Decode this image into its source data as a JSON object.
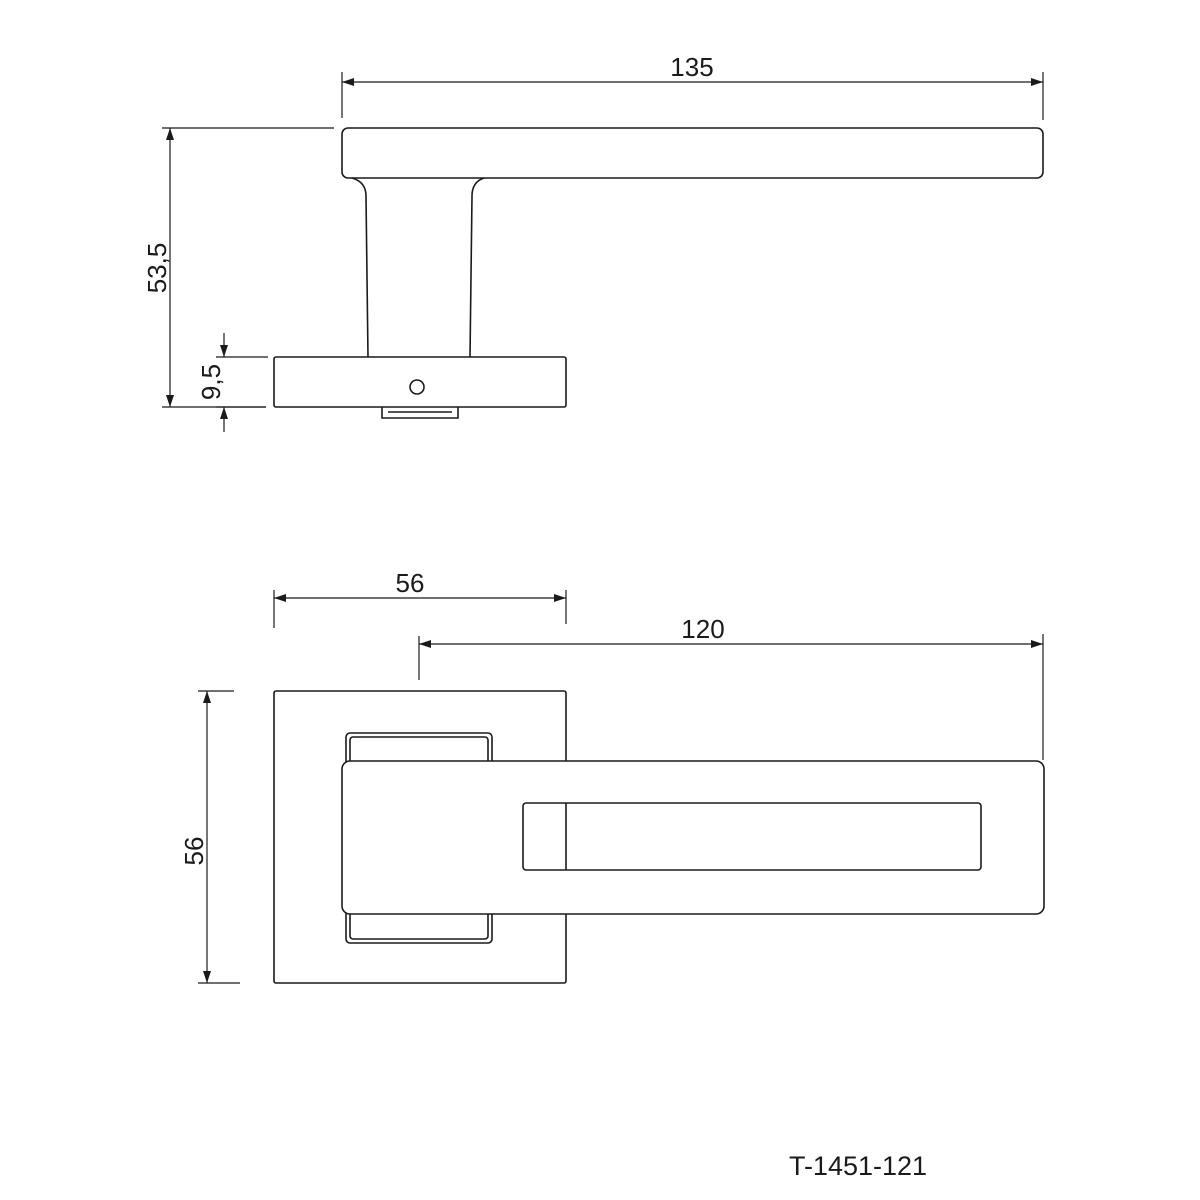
{
  "side_view": {
    "dim_width": "135",
    "dim_height": "53,5",
    "dim_rose_thickness": "9,5"
  },
  "top_view": {
    "dim_rose_width": "56",
    "dim_lever_length": "120",
    "dim_rose_height": "56"
  },
  "product_code": "T-1451-121"
}
